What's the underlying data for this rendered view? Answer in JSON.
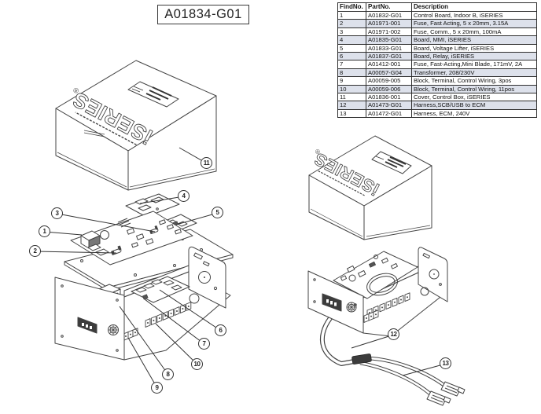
{
  "title": "A01834-G01",
  "logo": {
    "text": "iSERIES",
    "registered": "®"
  },
  "table": {
    "headers": [
      "FindNo.",
      "PartNo.",
      "Description"
    ],
    "rows": [
      [
        "1",
        "A01832-G01",
        "Control Board, Indoor B, iSERIES"
      ],
      [
        "2",
        "A01971-001",
        "Fuse, Fast Acting, 5 x 20mm, 3.15A"
      ],
      [
        "3",
        "A01971-002",
        "Fuse, Comm., 5 x 20mm, 100mA"
      ],
      [
        "4",
        "A01835-G01",
        "Board, MMI, iSERIES"
      ],
      [
        "5",
        "A01833-G01",
        "Board, Voltage Lifter, iSERIES"
      ],
      [
        "6",
        "A01837-G01",
        "Board, Relay, iSERIES"
      ],
      [
        "7",
        "A01412-001",
        "Fuse, Fast-Acting,Mini Blade, 171mV, 2A"
      ],
      [
        "8",
        "A00057-G04",
        "Transformer, 208/230V"
      ],
      [
        "9",
        "A00059-005",
        "Block, Terminal, Control Wiring, 3pos"
      ],
      [
        "10",
        "A00059-006",
        "Block, Terminal, Control Wiring, 11pos"
      ],
      [
        "11",
        "A01836-001",
        "Cover, Control Box, iSERIES"
      ],
      [
        "12",
        "A01473-G01",
        "Harness,SCB/USB to ECM"
      ],
      [
        "13",
        "A01472-G01",
        "Harness, ECM, 240V"
      ]
    ],
    "row_alt_color": "#dde1eb"
  },
  "callouts": [
    "1",
    "2",
    "3",
    "4",
    "5",
    "6",
    "7",
    "8",
    "9",
    "10",
    "11",
    "12",
    "13"
  ],
  "colors": {
    "line": "#444444",
    "table_border": "#2e2e2e",
    "dark_fill": "#3c3c3c"
  }
}
